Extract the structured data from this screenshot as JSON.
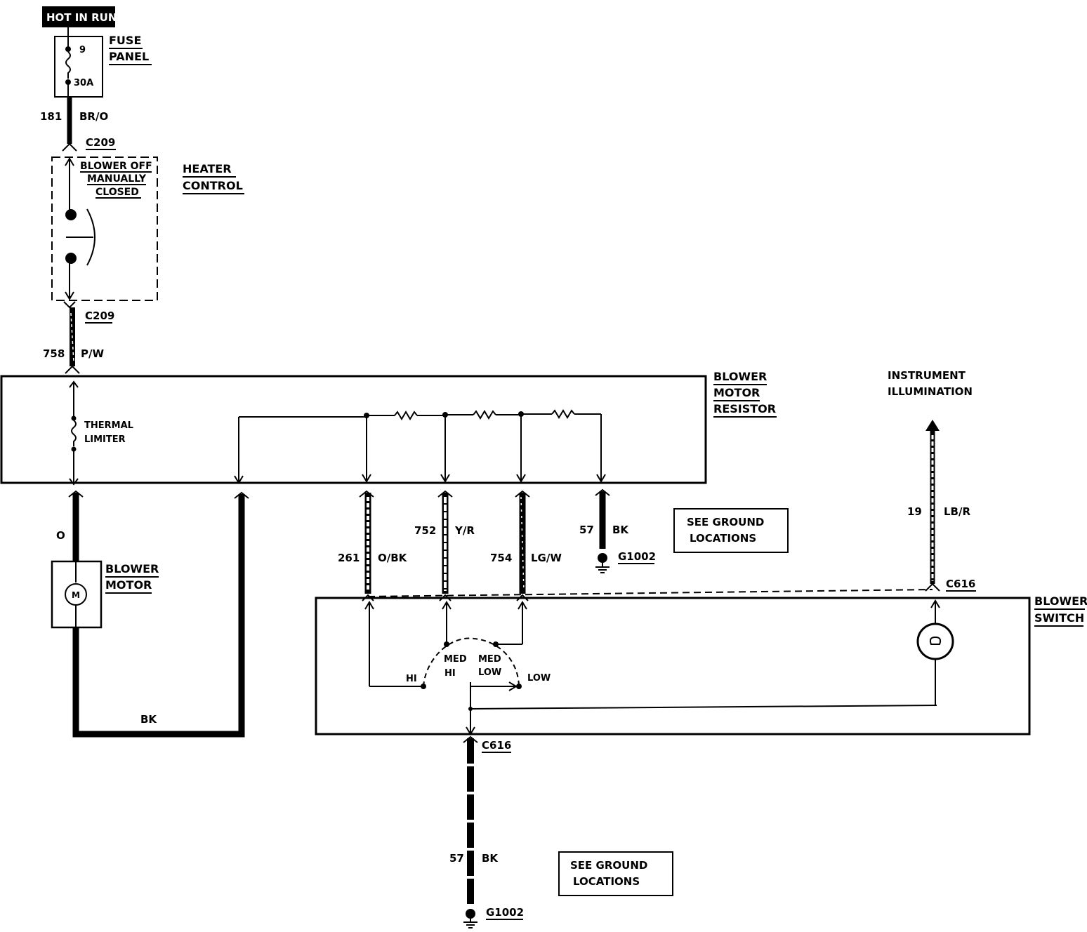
{
  "header": {
    "hot_in_run": "HOT IN RUN"
  },
  "fuse_panel": {
    "label_line1": "FUSE",
    "label_line2": "PANEL",
    "fuse_number": "9",
    "fuse_rating": "30A"
  },
  "wires": {
    "w181": {
      "circuit": "181",
      "color": "BR/O"
    },
    "w758": {
      "circuit": "758",
      "color": "P/W"
    },
    "w_o": {
      "color": "O"
    },
    "w_bk_loop": {
      "color": "BK"
    },
    "w261": {
      "circuit": "261",
      "color": "O/BK"
    },
    "w752": {
      "circuit": "752",
      "color": "Y/R"
    },
    "w754": {
      "circuit": "754",
      "color": "LG/W"
    },
    "w57a": {
      "circuit": "57",
      "color": "BK"
    },
    "w19": {
      "circuit": "19",
      "color": "LB/R"
    },
    "w57b": {
      "circuit": "57",
      "color": "BK"
    }
  },
  "connectors": {
    "c209_top": "C209",
    "c209_bottom": "C209",
    "c616_right": "C616",
    "c616_bottom": "C616"
  },
  "heater_control": {
    "label_line1": "HEATER",
    "label_line2": "CONTROL",
    "note_line1": "BLOWER OFF",
    "note_line2": "MANUALLY",
    "note_line3": "CLOSED"
  },
  "blower_motor_resistor": {
    "line1": "BLOWER",
    "line2": "MOTOR",
    "line3": "RESISTOR",
    "thermal_line1": "THERMAL",
    "thermal_line2": "LIMITER"
  },
  "blower_motor": {
    "line1": "BLOWER",
    "line2": "MOTOR",
    "symbol": "M"
  },
  "instrument_illumination": {
    "line1": "INSTRUMENT",
    "line2": "ILLUMINATION"
  },
  "blower_switch": {
    "line1": "BLOWER",
    "line2": "SWITCH",
    "positions": {
      "hi": "HI",
      "med_hi_1": "MED",
      "med_hi_2": "HI",
      "med_low_1": "MED",
      "med_low_2": "LOW",
      "low": "LOW"
    }
  },
  "grounds": {
    "g1": {
      "id": "G1002",
      "see_line1": "SEE GROUND",
      "see_line2": "LOCATIONS"
    },
    "g2": {
      "id": "G1002",
      "see_line1": "SEE GROUND",
      "see_line2": "LOCATIONS"
    }
  }
}
